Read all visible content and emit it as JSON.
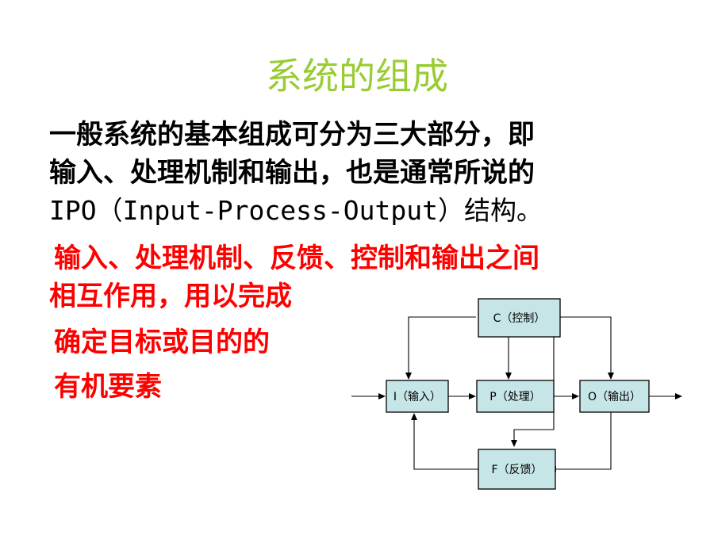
{
  "title": "系统的组成",
  "paragraph1": {
    "line1": "一般系统的基本组成可分为三大部分，即",
    "line2": "输入、处理机制和输出，也是通常所说的",
    "line3": "IPO（Input-Process-Output）结构。"
  },
  "paragraph2": {
    "line1": "输入、处理机制、反馈、控制和输出之间",
    "line2": "相互作用，用以完成",
    "line3": "确定目标或目的的",
    "line4": "有机要素"
  },
  "colors": {
    "title": "#99cc33",
    "body": "#000000",
    "highlight": "#ff0000",
    "node_fill": "#c6e5e6"
  },
  "diagram": {
    "nodes": {
      "control": "C（控制）",
      "input": "I（输入）",
      "process": "P（处理）",
      "output": "O（输出）",
      "feedback": "F（反馈）"
    }
  }
}
